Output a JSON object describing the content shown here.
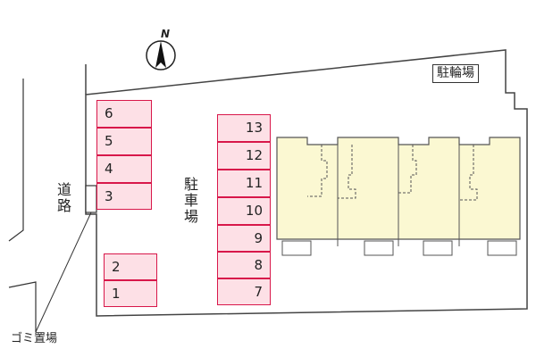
{
  "labels": {
    "road": "道路",
    "parking": "駐車場",
    "bicycle_parking": "駐輪場",
    "garbage": "ゴミ置場",
    "compass_north": "N"
  },
  "parking_left_top": [
    "6",
    "5",
    "4",
    "3"
  ],
  "parking_left_bottom": [
    "2",
    "1"
  ],
  "parking_center": [
    "13",
    "12",
    "11",
    "10",
    "9",
    "8",
    "7"
  ],
  "colors": {
    "slot_fill": "#fde0e6",
    "slot_border": "#d8174a",
    "building_fill": "#fbf8d2"
  }
}
